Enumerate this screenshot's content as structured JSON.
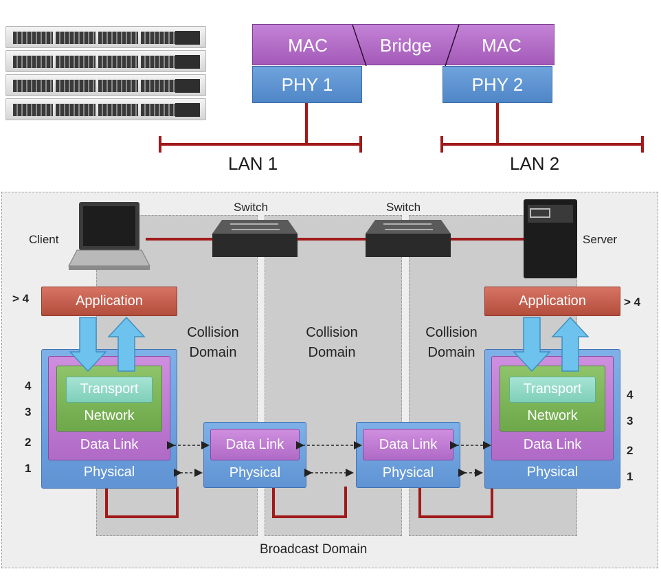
{
  "bridge": {
    "mac_left": "MAC",
    "bridge": "Bridge",
    "mac_right": "MAC",
    "phy1": "PHY 1",
    "phy2": "PHY 2",
    "lan1": "LAN 1",
    "lan2": "LAN 2"
  },
  "diagram": {
    "client": "Client",
    "server": "Server",
    "switch_left": "Switch",
    "switch_right": "Switch",
    "collision_domain": "Collision\nDomain",
    "broadcast_domain": "Broadcast Domain",
    "left_stack": {
      "above": "> 4",
      "application": "Application",
      "transport": "Transport",
      "network": "Network",
      "data_link": "Data Link",
      "physical": "Physical",
      "numbers": [
        "4",
        "3",
        "2",
        "1"
      ]
    },
    "right_stack": {
      "above": "> 4",
      "application": "Application",
      "transport": "Transport",
      "network": "Network",
      "data_link": "Data Link",
      "physical": "Physical",
      "numbers": [
        "4",
        "3",
        "2",
        "1"
      ]
    },
    "switch_stack_left": {
      "data_link": "Data Link",
      "physical": "Physical"
    },
    "switch_stack_right": {
      "data_link": "Data Link",
      "physical": "Physical"
    }
  },
  "colors": {
    "link_red": "#a11a1a",
    "mac_purple": "#b06ac7",
    "phy_blue": "#5f93d3",
    "application_red": "#c45c4a",
    "network_green": "#7cb65a",
    "transport_teal": "#8fd9c6",
    "arrow_blue": "#6ec3ee"
  }
}
